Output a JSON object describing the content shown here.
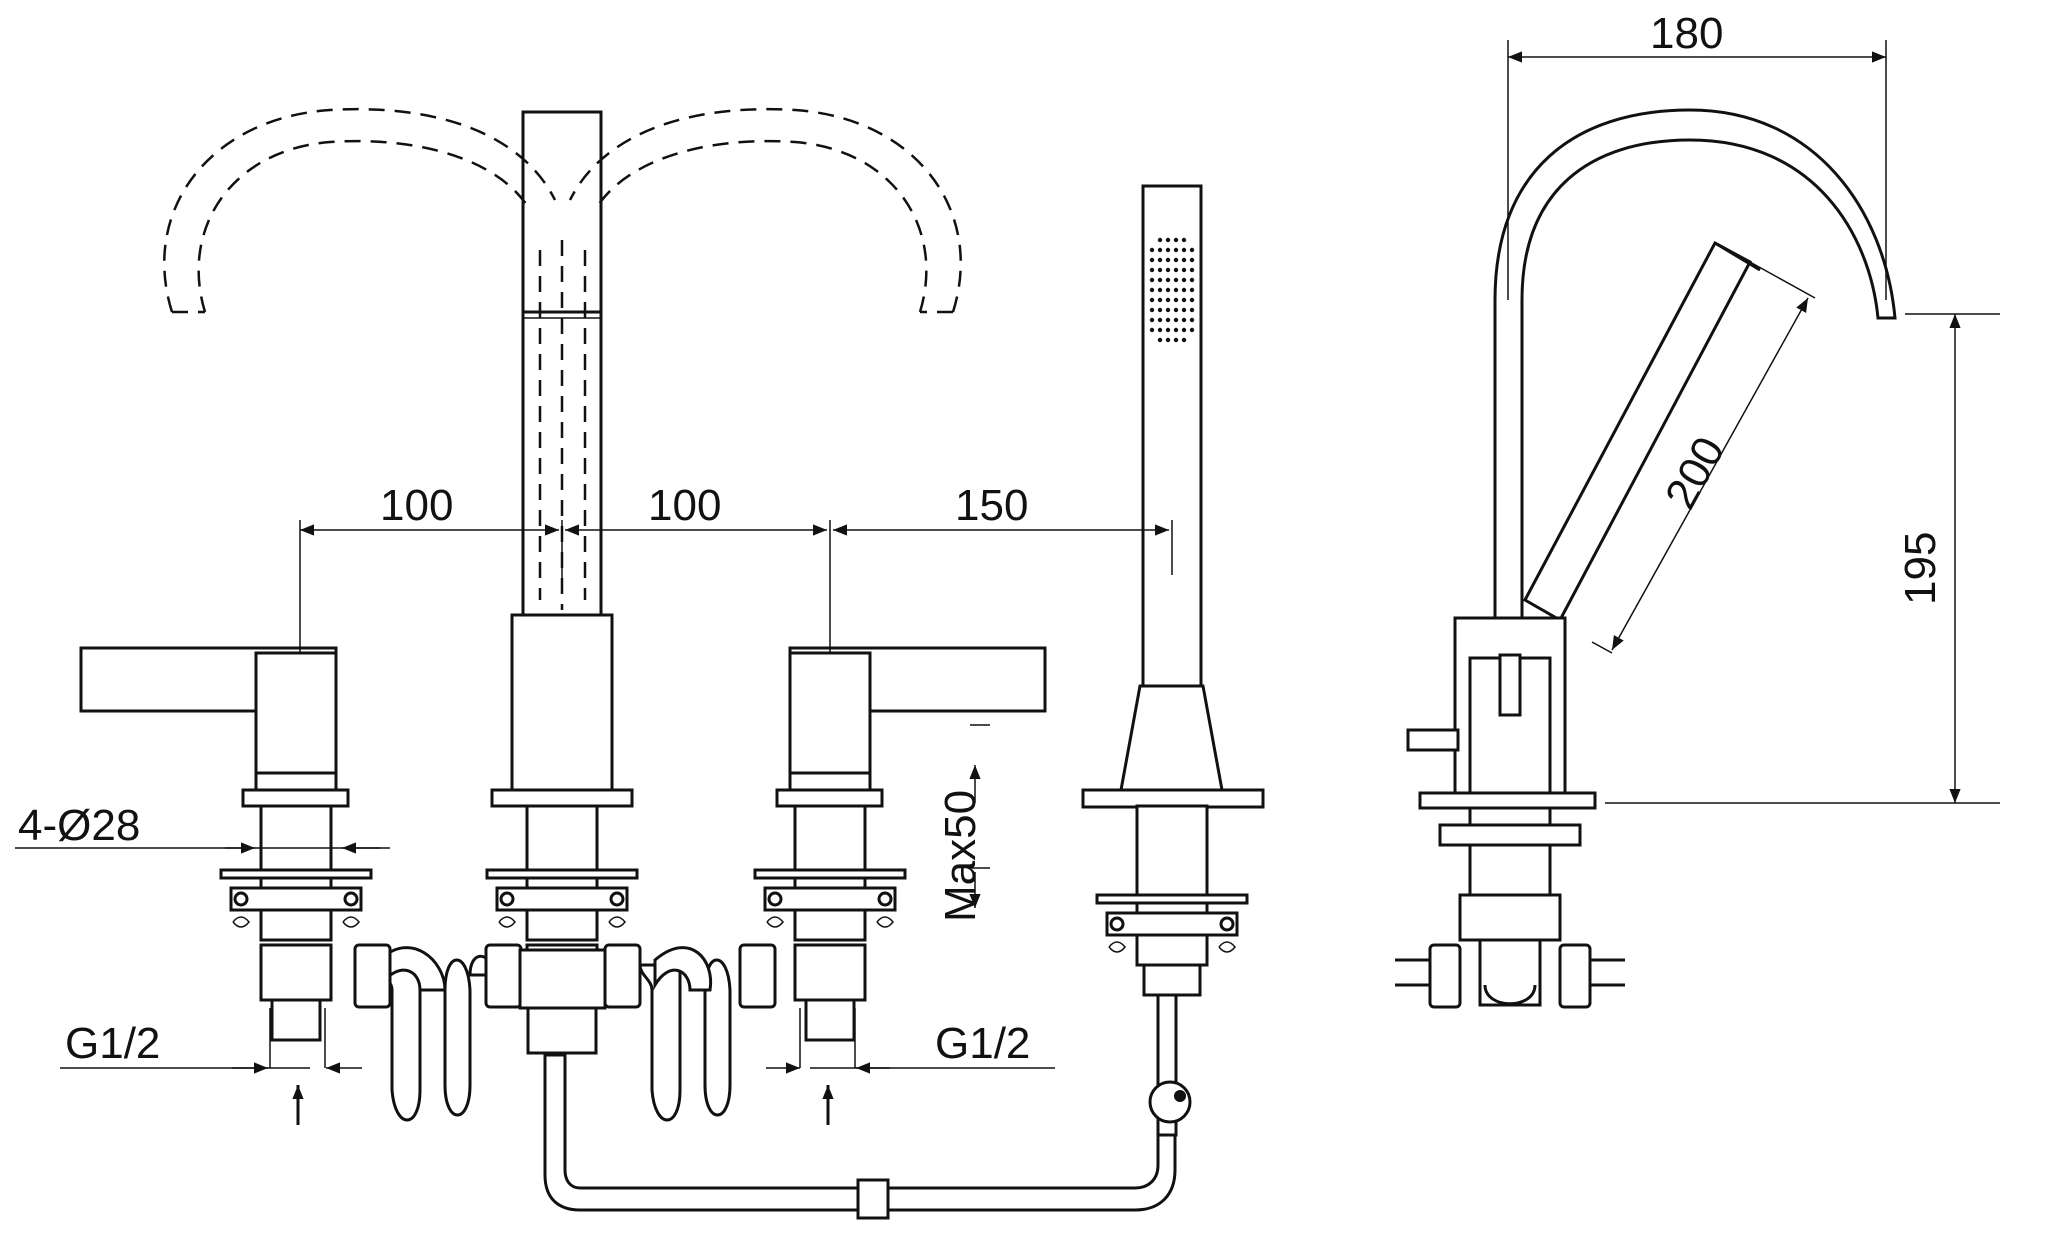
{
  "dimensions": {
    "spacing_left": "100",
    "spacing_mid": "100",
    "spacing_right": "150",
    "hole_dia": "4-Ø28",
    "thread_left": "G1/2",
    "thread_right": "G1/2",
    "max_thickness": "Max50",
    "side_reach": "180",
    "side_height": "195",
    "side_shower_len": "200"
  },
  "colors": {
    "line": "#111111",
    "background": "#ffffff"
  }
}
